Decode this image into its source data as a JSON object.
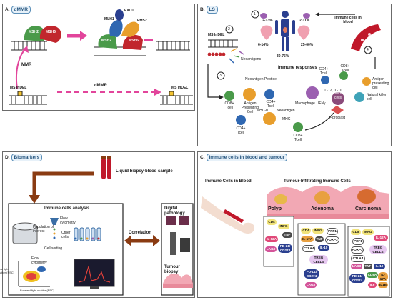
{
  "panel_a": {
    "tag": "A.",
    "title": "dMMR",
    "msh2_top": "MSH2",
    "msh6_top": "MSH6",
    "exo1": "EXO1",
    "mlh1": "MLH1",
    "pms2": "PMS2",
    "msh2_complex": "MSH2",
    "msh6_complex": "MSH6",
    "mmr": "MMR",
    "ms_indel_left": "MS InDEL",
    "dmmr": "dMMR",
    "ms_indel_right": "MS InDEL"
  },
  "panel_b": {
    "tag": "B.",
    "title": "LS",
    "step1": "1",
    "step2": "2",
    "step3": "3",
    "step4": "4",
    "pct_a": "2-13%",
    "pct_b": "6-14%",
    "pct_c": "30-75%",
    "pct_d": "2-11%",
    "pct_e": "25-60%",
    "ms_indel": "MS InDEL",
    "neoantigens": "Neoantigens",
    "immune_cells_in_blood": "Immune cells in blood",
    "immune_responses": "Immune responses",
    "neoantigen_peptide": "Neoantigen Peptide",
    "cd8_tcell_1": "CD8+ Tcell",
    "cd8_tcell_2": "CD8+ Tcell",
    "cd8_tcell_3": "CD8+ Tcell",
    "cd4_tcell_1": "CD4+ Tcell",
    "cd4_tcell_2": "CD4+ Tcell",
    "cd4_tcell_3": "CD4+ Tcell",
    "apc_1": "Antigen Presenting Cell",
    "apc_2": "Antigen presenting cell",
    "macrophage": "Macrophage",
    "il": "IL-12, IL-10",
    "ifn": "IFNγ",
    "tumour_cells": "Tumour cells",
    "nk": "Natural killer cell",
    "fibroblast": "Fibroblast",
    "mhc2": "MHC-II",
    "mhc1": "MHC-I",
    "neoantigen": "Neoantigen"
  },
  "panel_d": {
    "tag": "D.",
    "title": "Biomarkers",
    "liquid_biopsy": "Liquid biopsy-blood sample",
    "immune_cells_analysis": "Immune cells analysis",
    "population": "Population of interest",
    "flow_cytometry_1": "Flow cytometry",
    "other_cells": "Other cells",
    "cell_sorting": "Cell sorting",
    "flow_cytometry_2": "Flow cytometry",
    "ssc": "Side light scatter (SSC)",
    "fsc": "Forward light scatter (FSC)",
    "correlation": "Correlation",
    "digital_pathology": "Digital pathology",
    "tumour_biopsy": "Tumour biopsy"
  },
  "panel_c": {
    "tag": "C.",
    "title": "Immune cells in blood and tumour",
    "immune_cells_blood": "Immune Cells in Blood",
    "tumour_infiltrating": "Tumour-Infiltrating Immune Cells",
    "polyp": "Polyp",
    "adenoma": "Adenoma",
    "carcinoma": "Carcinoma",
    "polyp_markers": [
      "CD4",
      "INFG",
      "TNF",
      "IL-12A",
      "LAG3",
      "PD-L1/ CD274"
    ],
    "adenoma_markers": [
      "CD4",
      "INFG",
      "PRF1",
      "IL-17A",
      "TNF",
      "FOXP3",
      "CTLA4",
      "IL-10",
      "TREG CELLS",
      "PD-L1/ CD274",
      "LAG3"
    ],
    "carcinoma_markers": [
      "CD8",
      "INFG",
      "PRF1",
      "IL-12A",
      "FOXP3",
      "TREG CELLS",
      "CTLA4",
      "LAG3",
      "TNF",
      "IL-10",
      "PD-L1/ CD274",
      "CD8A",
      "IL-17A",
      "IL6",
      "IL1B"
    ]
  },
  "colors": {
    "panel_border": "#6b6b6b",
    "pill_bg": "#e7f1f9",
    "pill_border": "#5b8fb8",
    "arrow_pink": "#e2459b",
    "arrow_brown": "#8a3b12",
    "tissue_pink": "#f2a8b4",
    "blood_red": "#c0182a"
  }
}
